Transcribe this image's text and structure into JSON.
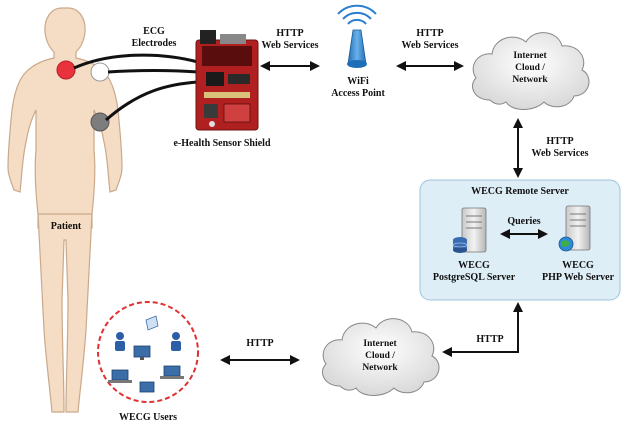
{
  "patient": {
    "label": "Patient"
  },
  "electrodes": {
    "label_line1": "ECG",
    "label_line2": "Electrodes"
  },
  "sensor": {
    "label": "e-Health Sensor Shield"
  },
  "wifi": {
    "label_line1": "WiFi",
    "label_line2": "Access Point"
  },
  "links": {
    "sensor_wifi": {
      "line1": "HTTP",
      "line2": "Web Services"
    },
    "wifi_cloud": {
      "line1": "HTTP",
      "line2": "Web Services"
    },
    "cloud_server": {
      "line1": "HTTP",
      "line2": "Web Services"
    },
    "server_cloud2": {
      "line1": "HTTP"
    },
    "users_cloud2": {
      "line1": "HTTP"
    }
  },
  "cloud_top": {
    "line1": "Internet",
    "line2": "Cloud /",
    "line3": "Network"
  },
  "cloud_bottom": {
    "line1": "Internet",
    "line2": "Cloud /",
    "line3": "Network"
  },
  "remote_server": {
    "title": "WECG Remote Server",
    "queries_label": "Queries",
    "db_server": {
      "line1": "WECG",
      "line2": "PostgreSQL Server"
    },
    "web_server": {
      "line1": "WECG",
      "line2": "PHP Web Server"
    }
  },
  "users": {
    "label": "WECG Users"
  },
  "colors": {
    "skin": "#f5dcc4",
    "skin_outline": "#c9a98a",
    "electrode_red": "#e8323c",
    "electrode_white": "#ffffff",
    "electrode_gray": "#7d7d7d",
    "board_red": "#b02020",
    "server_panel": "#ddeef7",
    "server_panel_border": "#9fc3d8",
    "cloud_fill": "#f4f4f4",
    "users_ring": "#e03030",
    "wifi_blue": "#2a7fd0"
  }
}
